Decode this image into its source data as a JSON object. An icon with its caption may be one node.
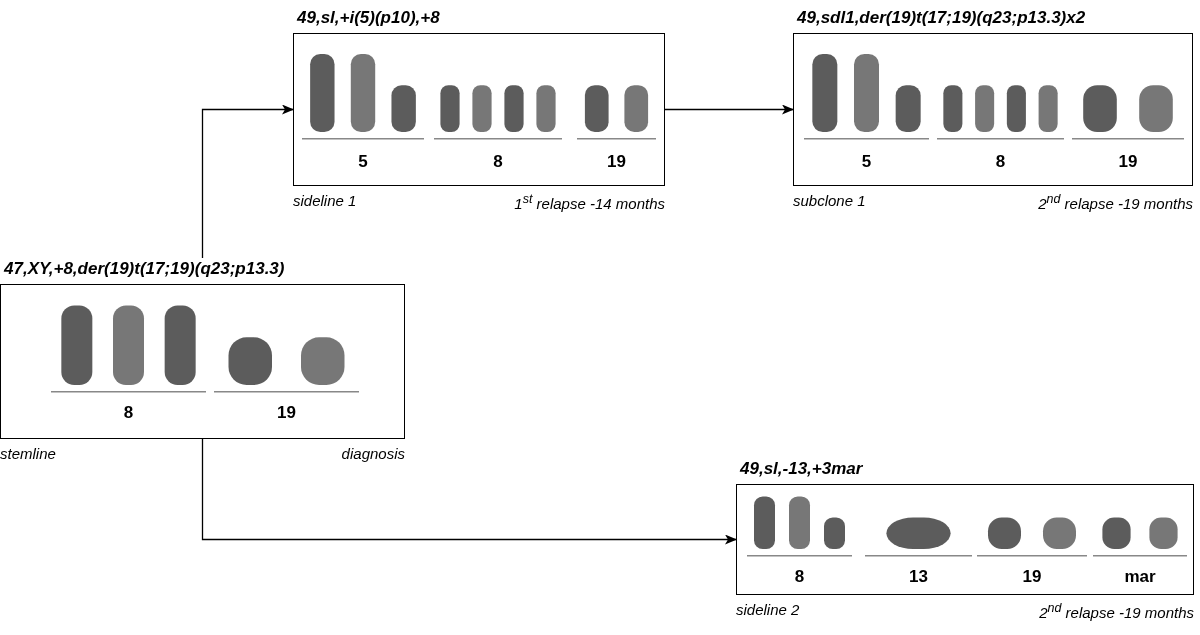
{
  "diagram": {
    "nodes": [
      {
        "text": [
          "47,XY,+8,der(19)t(17;19)(q23;p13.3)",
          "8",
          "19"
        ],
        "beside": [
          "stemline",
          "diagnosis"
        ]
      },
      {
        "text": [
          "49,sl,+i(5)(p10),+8",
          "5",
          "8",
          "19"
        ],
        "beside": [
          "sideline 1",
          "1$^{st}$ relapse -14 months"
        ]
      },
      {
        "text": [
          "49,sdl1,der(19)t(17;19)(q23;p13.3)x2",
          "5",
          "8",
          "19"
        ],
        "beside": [
          "subclone 1",
          "2$^{nd}$ relapse -19 months"
        ]
      },
      {
        "text": [
          "49,sl,-13,+3mar",
          "8",
          "13",
          "19",
          "mar"
        ],
        "beside": [
          "sideline 2",
          "2$^{nd}$ relapse -19 months"
        ]
      }
    ],
    "edges": [
      {
        "from": 0,
        "to": 1,
        "arrow": "to"
      },
      {
        "from": 1,
        "to": 2,
        "arrow": "to"
      },
      {
        "from": 0,
        "to": 3,
        "arrow": "to"
      }
    ]
  }
}
